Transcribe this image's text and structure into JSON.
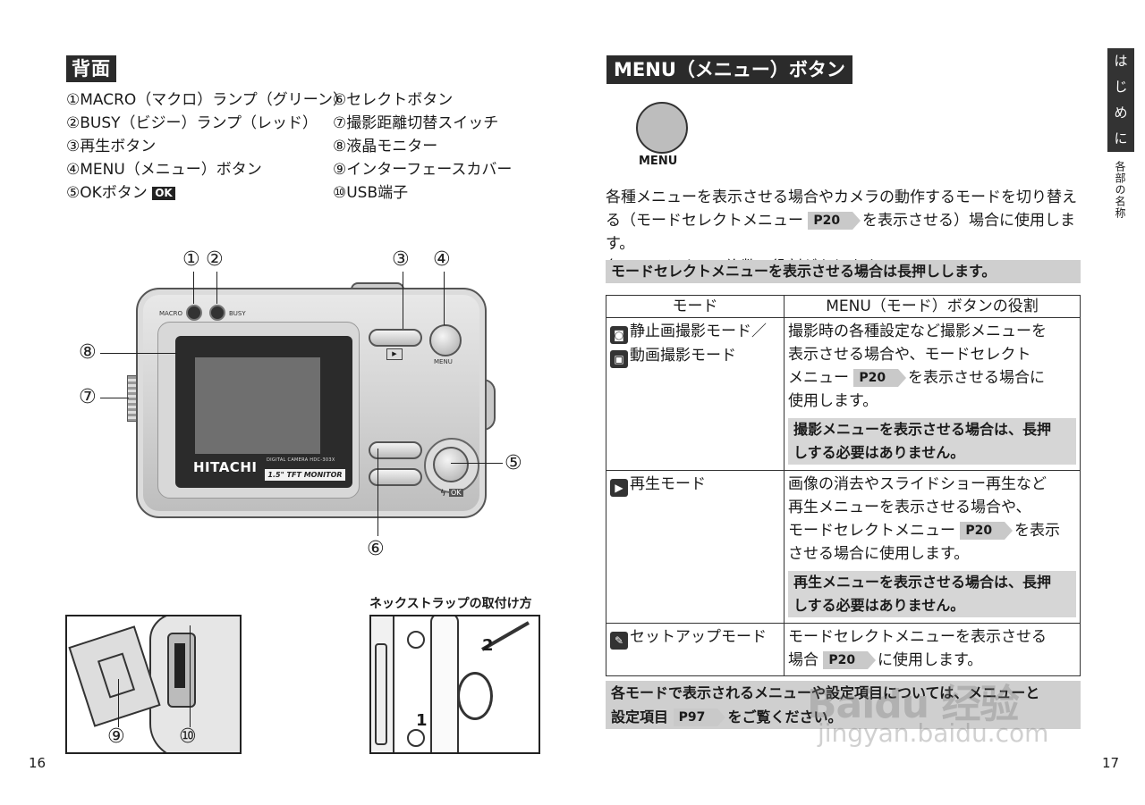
{
  "left": {
    "section_title": "背面",
    "parts_col1": [
      "①MACRO（マクロ）ランプ（グリーン）",
      "②BUSY（ビジー）ランプ（レッド）",
      "③再生ボタン",
      "④MENU（メニュー）ボタン",
      "⑤OKボタン"
    ],
    "ok_badge": "OK",
    "parts_col2": [
      "⑥セレクトボタン",
      "⑦撮影距離切替スイッチ",
      "⑧液晶モニター",
      "⑨インターフェースカバー",
      "⑩USB端子"
    ],
    "callouts": {
      "c1": "①",
      "c2": "②",
      "c3": "③",
      "c4": "④",
      "c5": "⑤",
      "c6": "⑥",
      "c7": "⑦",
      "c8": "⑧",
      "c9": "⑨",
      "c10": "⑩"
    },
    "camera": {
      "macro": "MACRO",
      "busy": "BUSY",
      "menu": "MENU",
      "brand": "HITACHI",
      "model": "DIGITAL CAMERA  HDC-303X",
      "tft": "1.5\" TFT MONITOR",
      "ok": "OK"
    },
    "strap_title": "ネックストラップの取付け方",
    "strap_step1": "1",
    "strap_step2": "2",
    "page_number": "16"
  },
  "right": {
    "section_title": "MENU（メニュー）ボタン",
    "menu_icon_label": "MENU",
    "intro_lines": [
      "各種メニューを表示させる場合やカメラの動作するモードを切り替え",
      "る（モードセレクトメニュー",
      "を表示させる）場合に使用します。",
      "各モードによって複数の役割があります。"
    ],
    "ref_p20": "P20",
    "long_press_note": "モードセレクトメニューを表示させる場合は長押しします。",
    "table": {
      "header_mode": "モード",
      "header_role": "MENU（モード）ボタンの役割",
      "row1_mode_a": "静止画撮影モード／",
      "row1_mode_b": "動画撮影モード",
      "row1_text_a": "撮影時の各種設定など撮影メニューを",
      "row1_text_b": "表示させる場合や、モードセレクト",
      "row1_text_c": "メニュー",
      "row1_text_d": "を表示させる場合に",
      "row1_text_e": "使用します。",
      "row1_note_a": "撮影メニューを表示させる場合は、長押",
      "row1_note_b": "しする必要はありません。",
      "row2_mode": "再生モード",
      "row2_text_a": "画像の消去やスライドショー再生など",
      "row2_text_b": "再生メニューを表示させる場合や、",
      "row2_text_c": "モードセレクトメニュー",
      "row2_text_d": "を表示",
      "row2_text_e": "させる場合に使用します。",
      "row2_note_a": "再生メニューを表示させる場合は、長押",
      "row2_note_b": "しする必要はありません。",
      "row3_mode": "セットアップモード",
      "row3_text_a": "モードセレクトメニューを表示させる",
      "row3_text_b": "場合",
      "row3_text_c": "に使用します。"
    },
    "bottom_note_a": "各モードで表示されるメニューや設定項目については、メニューと",
    "bottom_note_b": "設定項目",
    "ref_p97": "P97",
    "bottom_note_c": "をご覧ください。",
    "side_tab": [
      "は",
      "じ",
      "め",
      "に"
    ],
    "side_sub": "各部の名称",
    "page_number": "17",
    "watermark": "Baidu 经验",
    "watermark_url": "jingyan.baidu.com"
  }
}
